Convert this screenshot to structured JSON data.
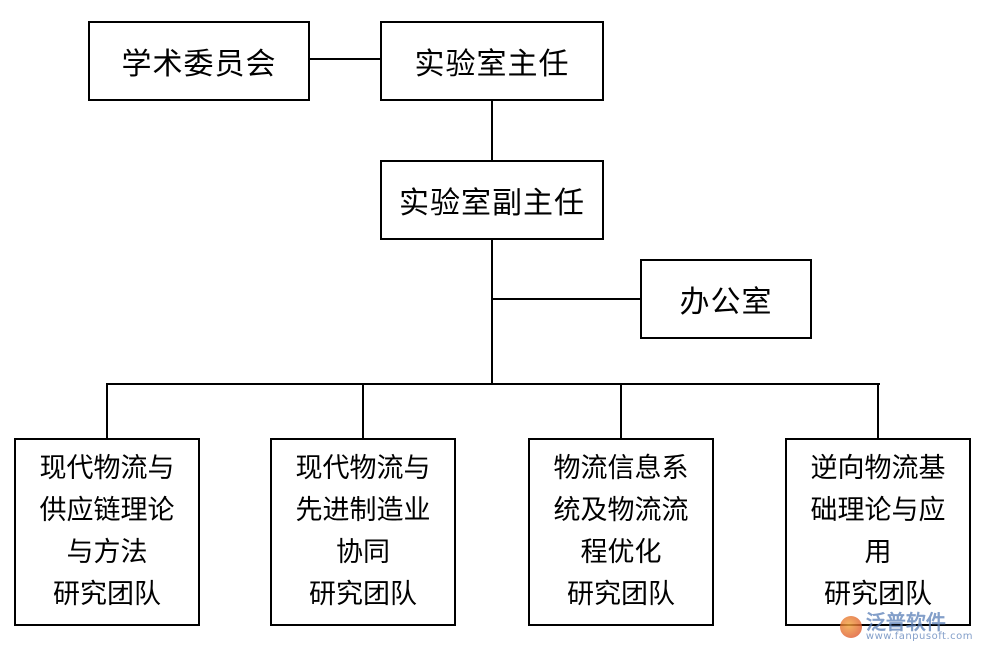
{
  "org": {
    "committee": "学术委员会",
    "director": "实验室主任",
    "deputy": "实验室副主任",
    "office": "办公室",
    "teams": [
      {
        "lines": [
          "现代物流与",
          "供应链理论",
          "与方法",
          "研究团队"
        ]
      },
      {
        "lines": [
          "现代物流与",
          "先进制造业",
          "协同",
          "研究团队"
        ]
      },
      {
        "lines": [
          "物流信息系",
          "统及物流流",
          "程优化",
          "研究团队"
        ]
      },
      {
        "lines": [
          "逆向物流基",
          "础理论与应",
          "用",
          "研究团队"
        ]
      }
    ]
  },
  "watermark": {
    "name": "泛普软件",
    "url": "www.fanpusoft.com"
  }
}
